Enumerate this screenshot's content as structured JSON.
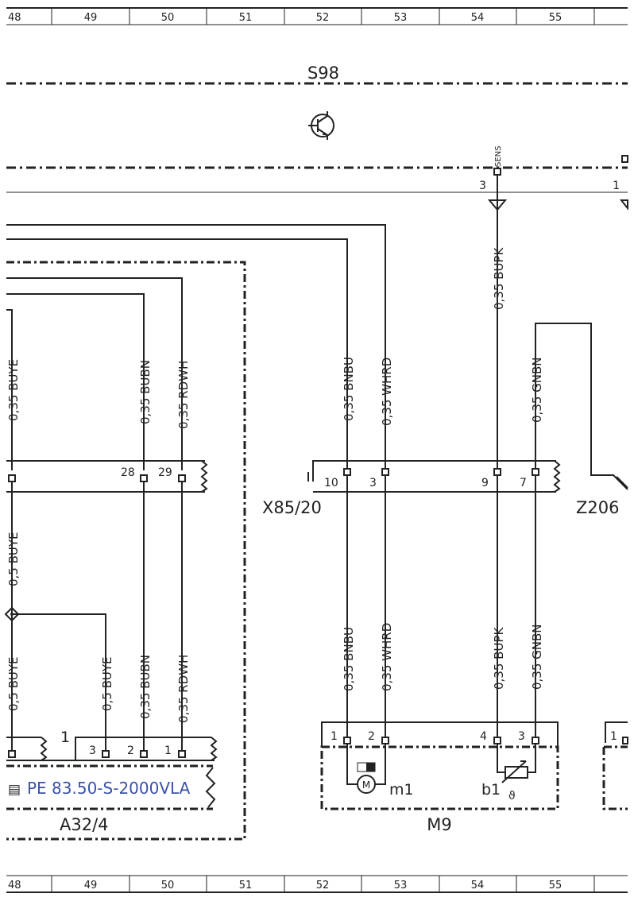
{
  "ruler": {
    "columns": [
      "48",
      "49",
      "50",
      "51",
      "52",
      "53",
      "54",
      "55"
    ]
  },
  "components": {
    "s98": "S98",
    "s98_sens": "SENS",
    "s98_pin_3": "3",
    "s98_pin_1": "1",
    "x85_20": "X85/20",
    "z206": "Z206",
    "a32_4": "A32/4",
    "a32_4_part": "PE 83.50-S-2000VLA",
    "m9": "M9",
    "m9_m1": "m1",
    "m9_b1": "b1",
    "m_symbol": "M"
  },
  "wires": {
    "w_buye_top": "0,35 BUYE",
    "w_bubn_top": "0,35 BUBN",
    "w_rdwh_top": "0,35 RDWH",
    "w_bnbu_top": "0,35 BNBU",
    "w_whrd_top": "0,35 WHRD",
    "w_bupk_top": "0,35 BUPK",
    "w_gnbn_top": "0,35 GNBN",
    "w_buye_mid": "0,5 BUYE",
    "w_buye_low": "0,5 BUYE",
    "w_buye_branch": "0,5 BUYE",
    "w_bubn_low": "0,35 BUBN",
    "w_rdwh_low": "0,35 RDWH",
    "w_bnbu_low": "0,35 BNBU",
    "w_whrd_low": "0,35 WHRD",
    "w_bupk_low": "0,35 BUPK",
    "w_gnbn_low": "0,35 GNBN"
  },
  "pins": {
    "left_conn_28": "28",
    "left_conn_29": "29",
    "x85_10": "10",
    "x85_3": "3",
    "x85_9": "9",
    "x85_7": "7",
    "a32_top_1": "1",
    "a32_3": "3",
    "a32_2": "2",
    "a32_1": "1",
    "m9_1": "1",
    "m9_2": "2",
    "m9_4": "4",
    "m9_3": "3",
    "right_1": "1"
  },
  "colors": {
    "line": "#222222",
    "part_number": "#3a52a8",
    "background": "#ffffff"
  }
}
